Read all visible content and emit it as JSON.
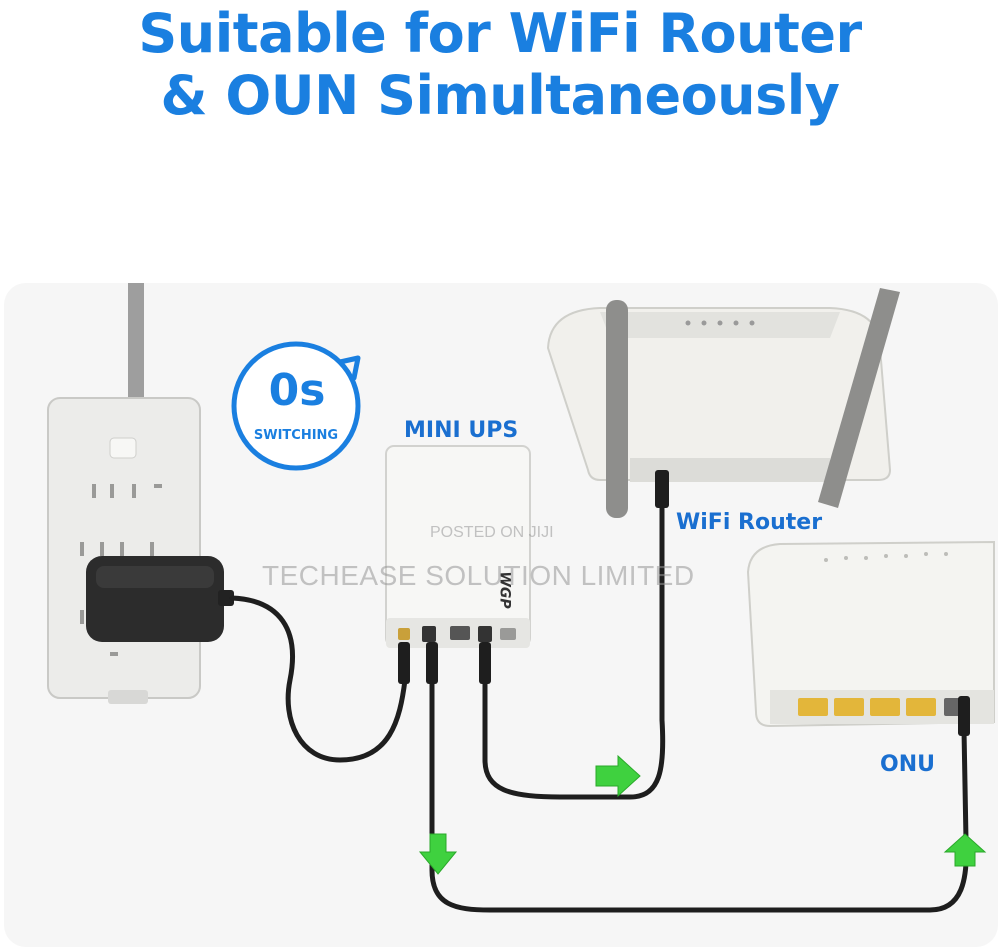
{
  "headline": {
    "line1": "Suitable for WiFi Router",
    "line2": "& OUN Simultaneously"
  },
  "badge": {
    "value": "0s",
    "caption": "SWITCHING"
  },
  "labels": {
    "mini_ups": "MINI UPS",
    "wifi_router": "WiFi Router",
    "onu": "ONU"
  },
  "device_brand": "WGP",
  "watermark": {
    "line1": "POSTED ON JIJI",
    "line2": "TECHEASE SOLUTION LIMITED"
  },
  "colors": {
    "accent": "#1a7fe0",
    "arrow": "#3fd13f",
    "cable": "#1e1e1e",
    "device": "#f2f2f0"
  }
}
